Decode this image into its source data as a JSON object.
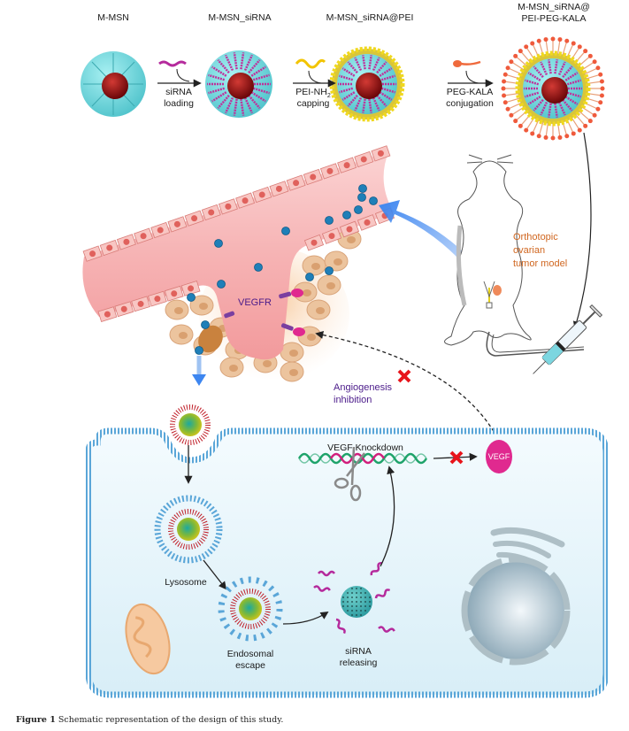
{
  "stages": [
    {
      "label": "M-MSN"
    },
    {
      "label": "M-MSN_siRNA"
    },
    {
      "label": "M-MSN_siRNA@PEI"
    },
    {
      "label_line1": "M-MSN_siRNA@",
      "label_line2": "PEI-PEG-KALA"
    }
  ],
  "steps": [
    {
      "line1": "siRNA",
      "line2": "loading"
    },
    {
      "line1": "PEI-NH",
      "sub": "2",
      "line2": "capping"
    },
    {
      "line1": "PEG-KALA",
      "line2": "conjugation"
    }
  ],
  "vessel": {
    "receptor_label": "VEGFR"
  },
  "mouse": {
    "line1": "Orthotopic",
    "line2": "ovarian",
    "line3": "tumor model"
  },
  "inhibition": {
    "line1": "Angiogenesis",
    "line2": "inhibition"
  },
  "cell": {
    "knockdown_label": "VEGF Knockdown",
    "vegf_label": "VEGF",
    "lysosome_label": "Lysosome",
    "escape_line1": "Endosomal",
    "escape_line2": "escape",
    "release_line1": "siRNA",
    "release_line2": "releasing"
  },
  "caption": {
    "prefix": "Figure 1",
    "text": " Schematic representation of the design of this study."
  },
  "colors": {
    "msn_shell": "#6fd6dc",
    "core": "#8b0d10",
    "sirna": "#c0309a",
    "pei": "#e0c81a",
    "kala": "#ef6a3c",
    "vessel": "#f7b9b9",
    "tumor_cell": "#e6b88a",
    "nanoparticle_blue": "#1f7fb8",
    "arrow_blue": "#3d86f0",
    "membrane": "#5aa6d8",
    "cytoplasm": "#e3f3fa",
    "vegf": "#e0298f",
    "x_mark": "#e8141b",
    "mrna_green": "#1ea36a",
    "nucleus": "#b5c9d3"
  }
}
